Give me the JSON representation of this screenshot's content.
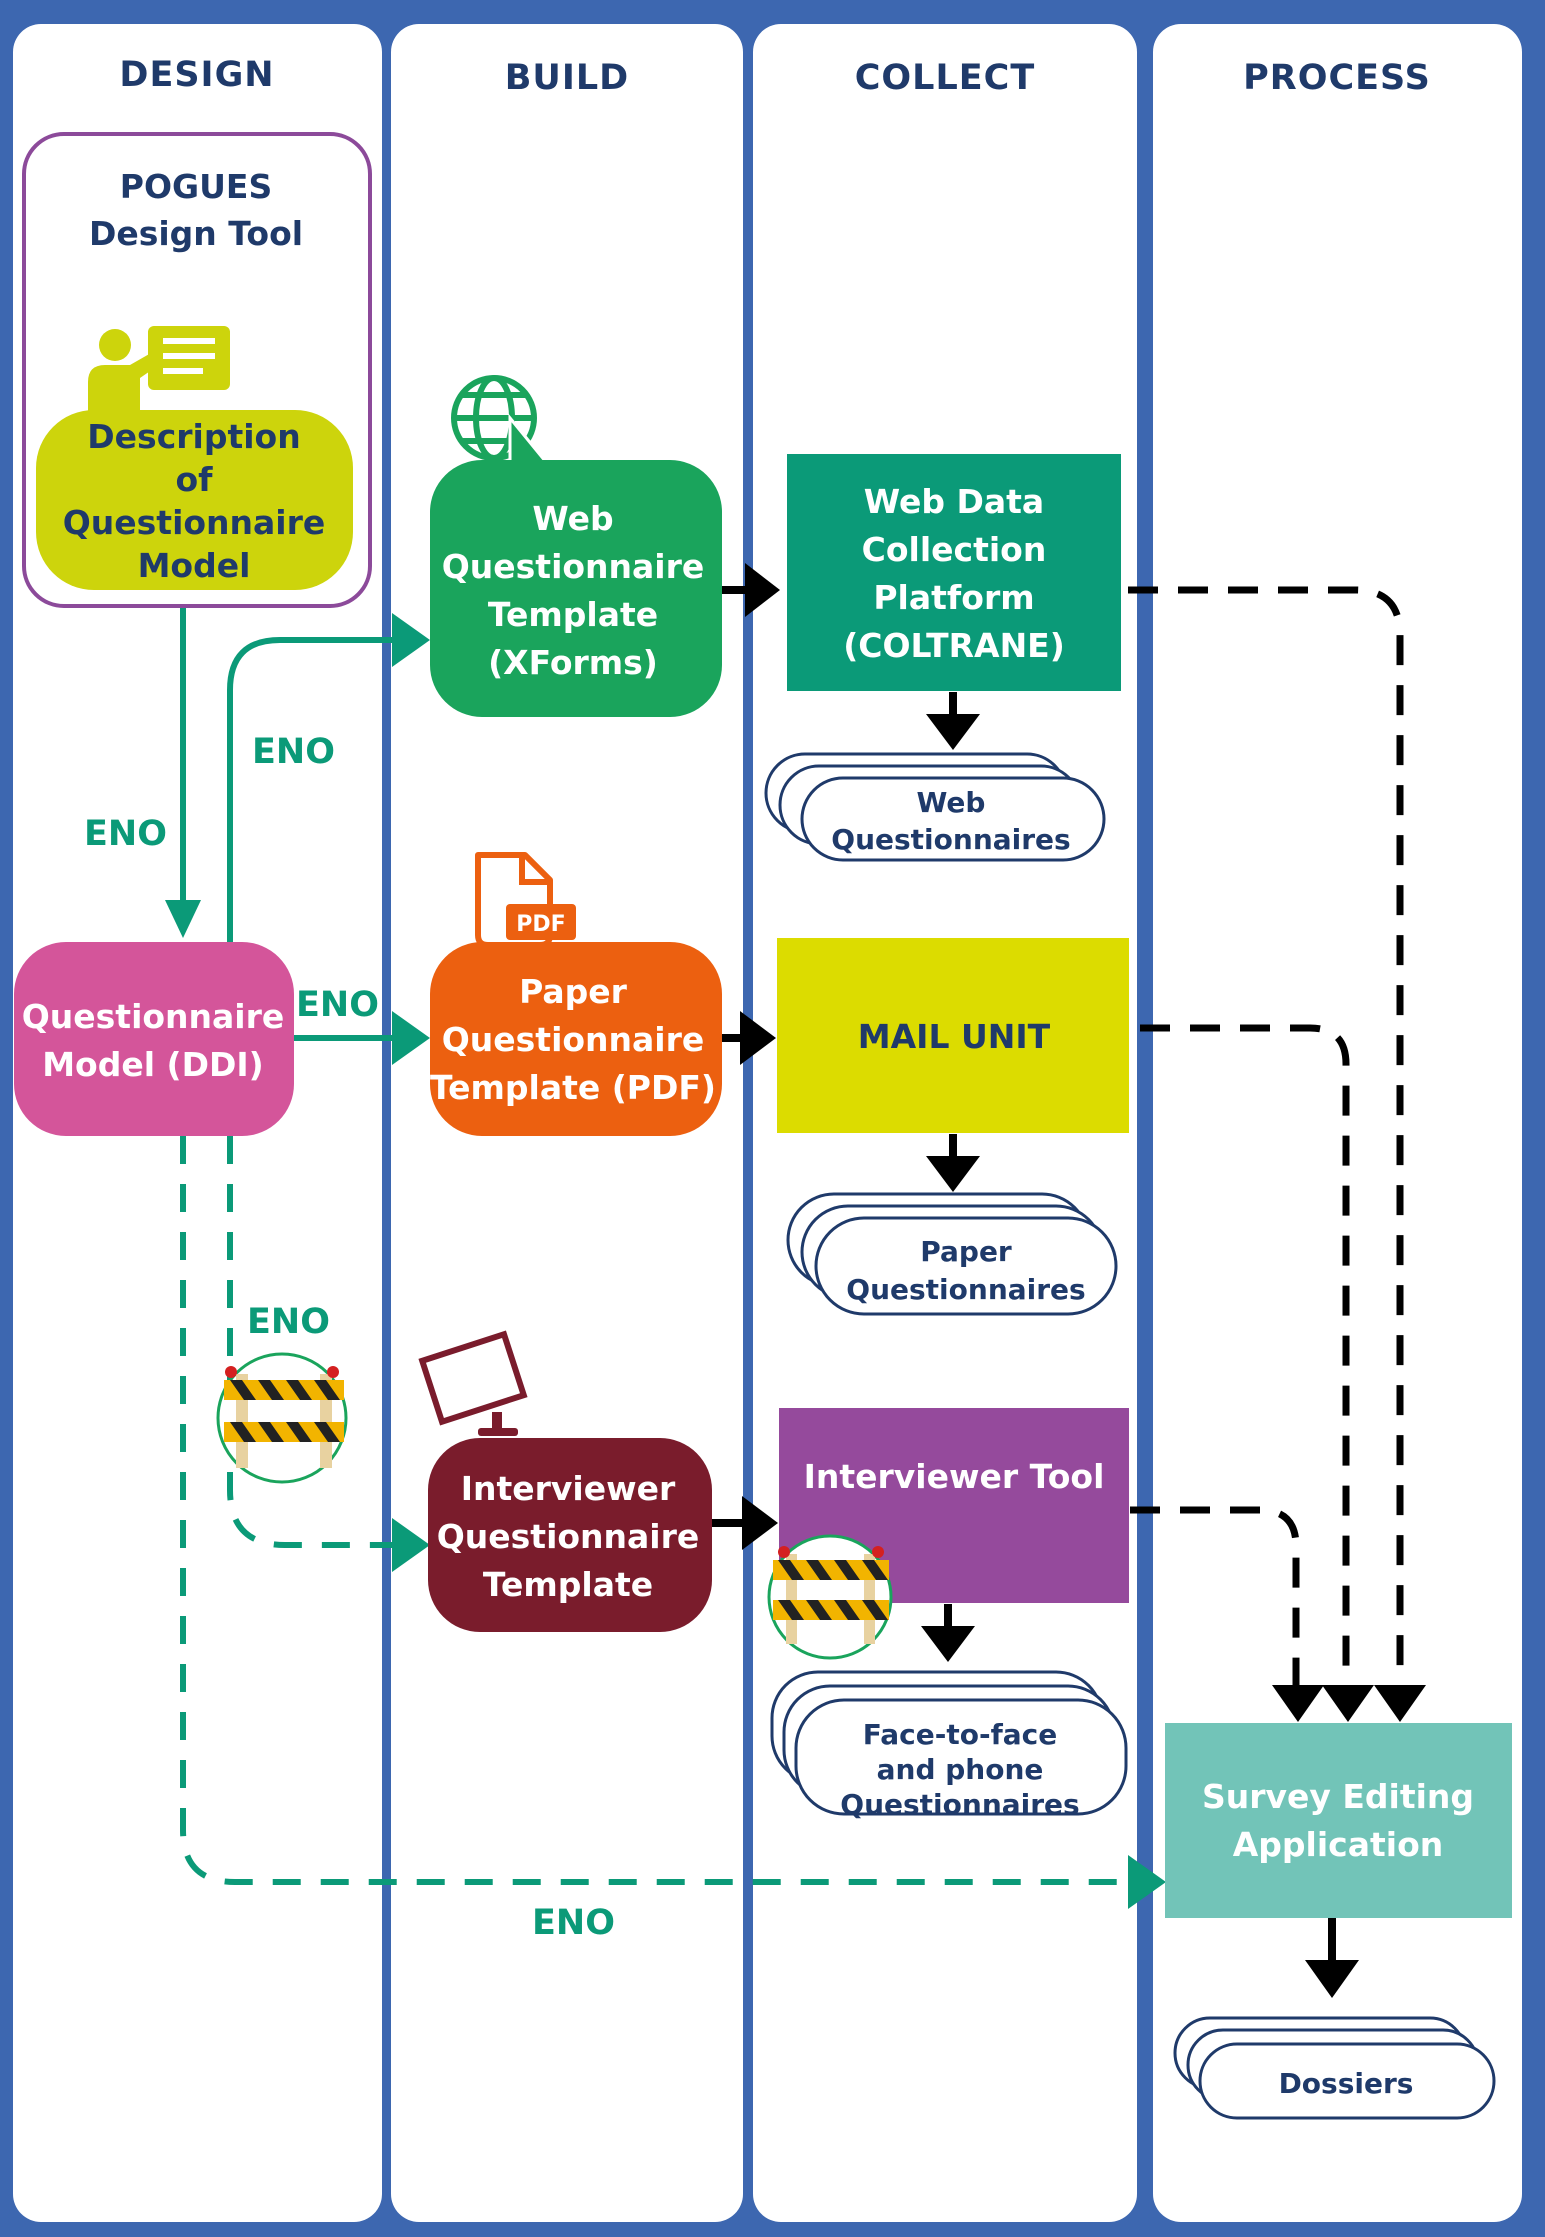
{
  "columns": {
    "design": "DESIGN",
    "build": "BUILD",
    "collect": "COLLECT",
    "process": "PROCESS"
  },
  "pogues": {
    "title_line1": "POGUES",
    "title_line2": "Design Tool",
    "description": [
      "Description",
      "of",
      "Questionnaire",
      "Model"
    ]
  },
  "questionnaire_model": [
    "Questionnaire",
    "Model (DDI)"
  ],
  "web_template": [
    "Web",
    "Questionnaire",
    "Template",
    "(XForms)"
  ],
  "paper_template": [
    "Paper",
    "Questionnaire",
    "Template (PDF)"
  ],
  "interviewer_template": [
    "Interviewer",
    "Questionnaire",
    "Template"
  ],
  "coltrane": [
    "Web Data",
    "Collection",
    "Platform",
    "(COLTRANE)"
  ],
  "mail_unit": "MAIL UNIT",
  "interviewer_tool": "Interviewer Tool",
  "web_questionnaires": [
    "Web",
    "Questionnaires"
  ],
  "paper_questionnaires": [
    "Paper",
    "Questionnaires"
  ],
  "f2f_questionnaires": [
    "Face-to-face",
    "and phone",
    "Questionnaires"
  ],
  "survey_editing": [
    "Survey Editing",
    "Application"
  ],
  "dossiers": "Dossiers",
  "eno_labels": [
    "ENO",
    "ENO",
    "ENO",
    "ENO",
    "ENO"
  ],
  "pdf_badge": "PDF",
  "colors": {
    "background": "#3d67b0",
    "eno_green": "#0b9a78",
    "pogues_border": "#8c4a9a",
    "description_fill": "#cdd40c",
    "qm_pink": "#d4559a",
    "web_green": "#1aa45c",
    "paper_orange": "#ec6010",
    "interviewer_maroon": "#7a1c2c",
    "coltrane_teal": "#0b9a78",
    "mail_yellow": "#dcdc00",
    "tool_purple": "#954a9c",
    "survey_teal": "#72c4b8",
    "navy_text": "#1f3a6a"
  }
}
